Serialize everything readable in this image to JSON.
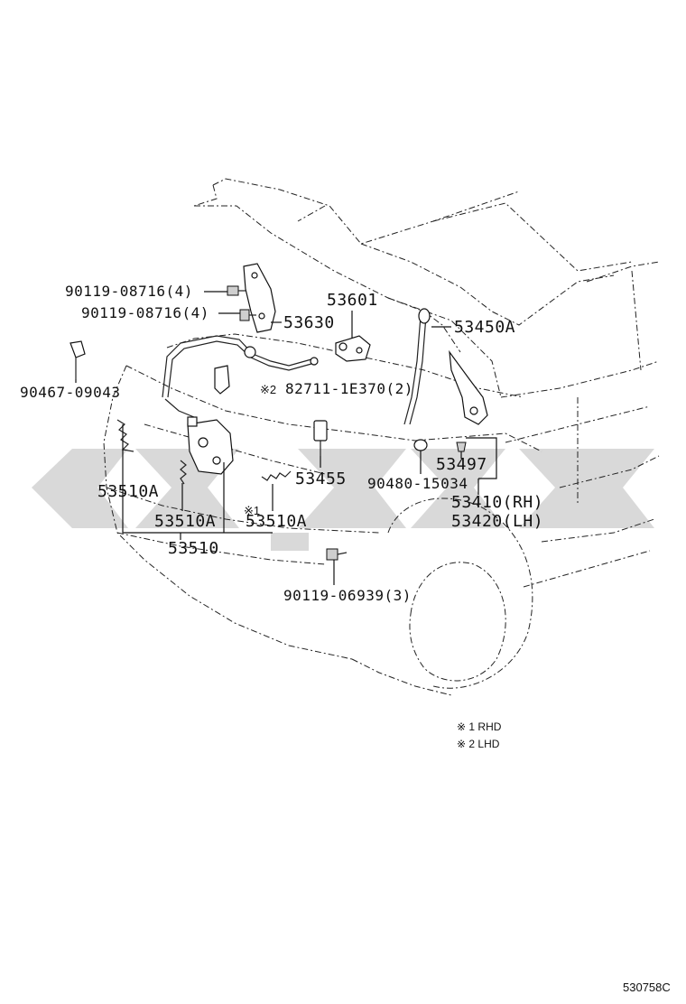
{
  "labels": {
    "bolt_90119_08716_a": "90119-08716(4)",
    "bolt_90119_08716_b": "90119-08716(4)",
    "clip_90467_09043": "90467-09043",
    "hinge_53630": "53630",
    "lock_53601": "53601",
    "support_rod_53450a": "53450A",
    "cable_82711": "82711-1E370(2)",
    "note_mark_2": "※2",
    "holder_53455": "53455",
    "cushion_53497": "53497",
    "grommet_90480": "90480-15034",
    "hinge_rh": "53410(RH)",
    "hinge_lh": "53420(LH)",
    "spring_left": "53510A",
    "spring_mid": "53510A",
    "spring_right": "53510A",
    "note_mark_1": "※1",
    "latch_assy": "53510",
    "bolt_90119_06939": "90119-06939(3)"
  },
  "legend": {
    "rhd": "※ 1 RHD",
    "lhd": "※ 2 LHD"
  },
  "figure_code": "530758C",
  "colors": {
    "line": "#111111",
    "watermark": "#d9d9d9"
  }
}
